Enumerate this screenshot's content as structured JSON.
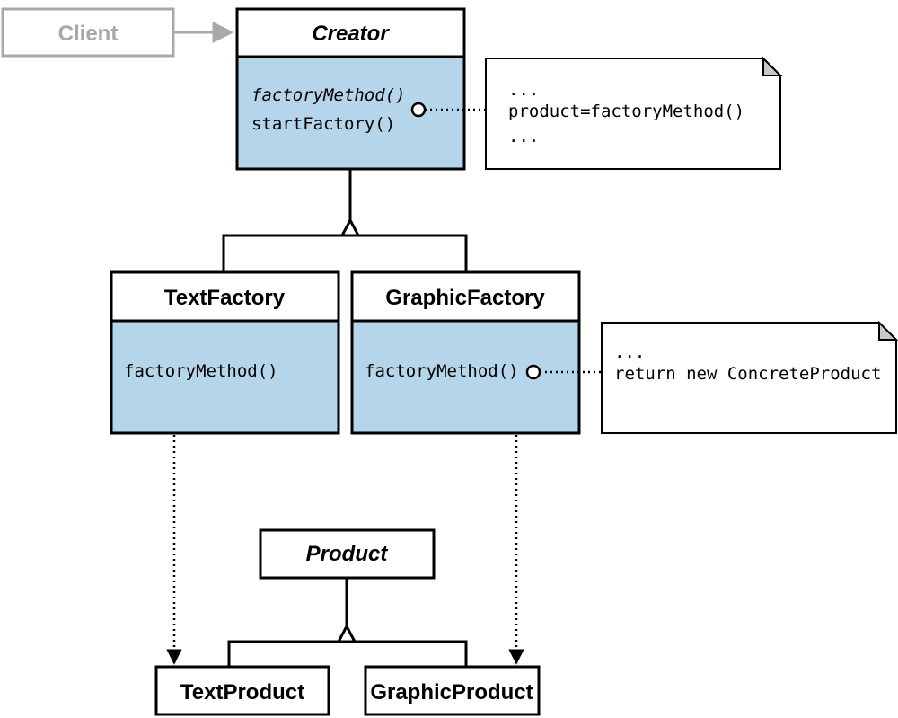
{
  "client": {
    "label": "Client"
  },
  "creator": {
    "title": "Creator",
    "methods": [
      "factoryMethod()",
      "startFactory()"
    ]
  },
  "creator_note": {
    "lines": [
      "...",
      "product=factoryMethod()",
      "..."
    ]
  },
  "text_factory": {
    "title": "TextFactory",
    "method": "factoryMethod()"
  },
  "graphic_factory": {
    "title": "GraphicFactory",
    "method": "factoryMethod()"
  },
  "graphic_note": {
    "lines": [
      "...",
      "return new ConcreteProduct"
    ]
  },
  "product": {
    "title": "Product"
  },
  "text_product": {
    "title": "TextProduct"
  },
  "graphic_product": {
    "title": "GraphicProduct"
  },
  "colors": {
    "class_body": "#b5d5ea",
    "client_gray": "#a8a8a8"
  }
}
